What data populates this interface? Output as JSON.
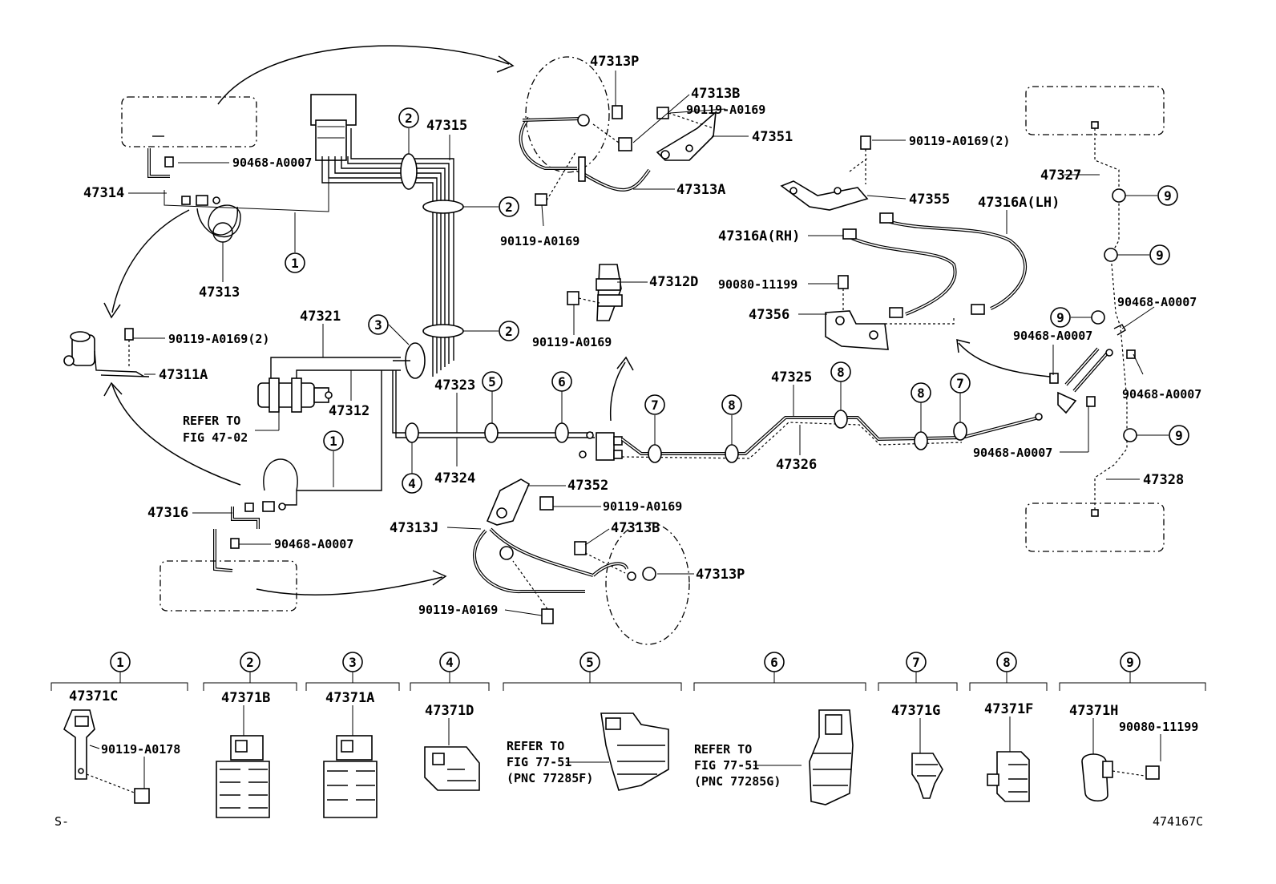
{
  "labels": {
    "p47313P_top": "47313P",
    "p47313B_top": "47313B",
    "p90119_top1": "90119-A0169",
    "p47351": "47351",
    "p47313A": "47313A",
    "p90119_top2": "90119-A0169",
    "p47315": "47315",
    "p90468_a": "90468-A0007",
    "p47314": "47314",
    "p47313": "47313",
    "p47312D": "47312D",
    "p90119_mid": "90119-A0169",
    "p90119_2x_left": "90119-A0169(2)",
    "p47311A": "47311A",
    "p47321": "47321",
    "p47312": "47312",
    "refer_fig_47_1": "REFER TO",
    "refer_fig_47_2": "FIG 47-02",
    "p47323": "47323",
    "p47324": "47324",
    "p47316": "47316",
    "p90468_b": "90468-A0007",
    "p47352": "47352",
    "p90119_low1": "90119-A0169",
    "p47313J": "47313J",
    "p47313B_low": "47313B",
    "p47313P_low": "47313P",
    "p90119_low2": "90119-A0169",
    "p90119_2x_right": "90119-A0169(2)",
    "p47355": "47355",
    "p47316A_LH": "47316A(LH)",
    "p47316A_RH": "47316A(RH)",
    "p90080_mid": "90080-11199",
    "p47356": "47356",
    "p47325": "47325",
    "p47326": "47326",
    "p47327": "47327",
    "p47328": "47328",
    "p90468_c": "90468-A0007",
    "p90468_d": "90468-A0007",
    "p90468_e": "90468-A0007",
    "p90468_f": "90468-A0007"
  },
  "callouts": {
    "c1": "1",
    "c2": "2",
    "c3": "3",
    "c4": "4",
    "c5": "5",
    "c6": "6",
    "c7": "7",
    "c8": "8",
    "c9": "9"
  },
  "legend": [
    {
      "num": "1",
      "part": "47371C",
      "extra": "90119-A0178"
    },
    {
      "num": "2",
      "part": "47371B"
    },
    {
      "num": "3",
      "part": "47371A"
    },
    {
      "num": "4",
      "part": "47371D"
    },
    {
      "num": "5",
      "refer1": "REFER TO",
      "refer2": "FIG 77-51",
      "refer3": "(PNC 77285F)"
    },
    {
      "num": "6",
      "refer1": "REFER TO",
      "refer2": "FIG 77-51",
      "refer3": "(PNC 77285G)"
    },
    {
      "num": "7",
      "part": "47371G"
    },
    {
      "num": "8",
      "part": "47371F"
    },
    {
      "num": "9",
      "part": "47371H",
      "extra": "90080-11199"
    }
  ],
  "footer": {
    "left": "S-",
    "right": "474167C"
  }
}
